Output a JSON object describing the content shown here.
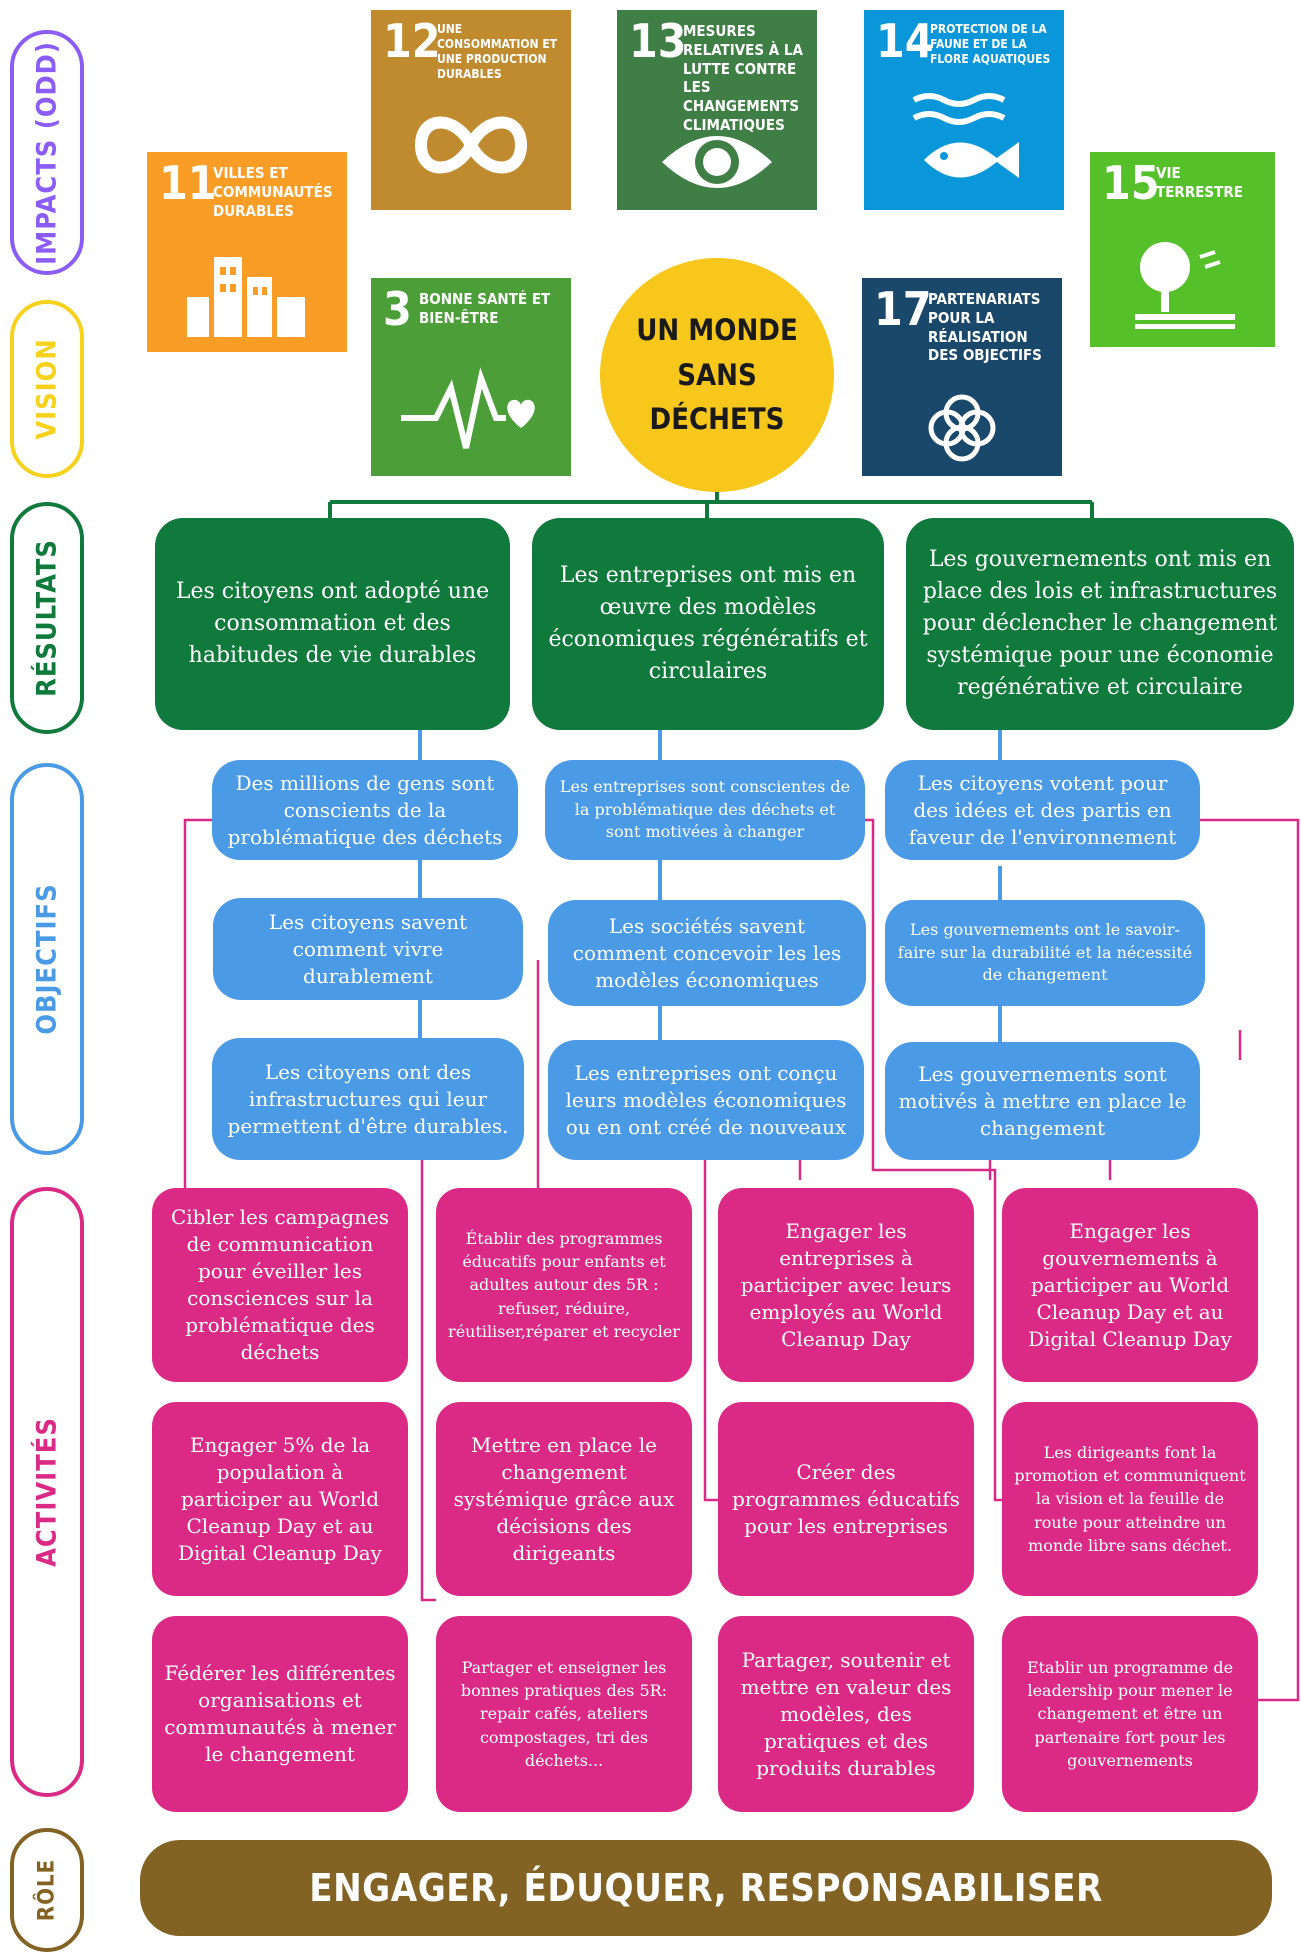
{
  "side_labels": {
    "impacts": "IMPACTS (ODD)",
    "vision": "VISION",
    "resultats": "RÉSULTATS",
    "objectifs": "OBJECTIFS",
    "activites": "ACTIVITÉS",
    "role": "RÔLE"
  },
  "colors": {
    "impacts": "#8b5cf6",
    "vision": "#f7d21c",
    "resultats": "#0f7a3c",
    "objectifs": "#4b9ae6",
    "activites": "#db2a86",
    "role": "#826323"
  },
  "sdgs": [
    {
      "number": "12",
      "label": "UNE CONSOMMATION ET UNE PRODUCTION DURABLES",
      "color": "#bf8b2e",
      "icon": "infinity-icon"
    },
    {
      "number": "13",
      "label": "MESURES RELATIVES À LA LUTTE CONTRE LES CHANGEMENTS CLIMATIQUES",
      "color": "#3f7e44",
      "icon": "eye-globe-icon"
    },
    {
      "number": "14",
      "label": "PROTECTION DE LA FAUNE ET DE LA FLORE AQUATIQUES",
      "color": "#0a97d9",
      "icon": "fish-icon"
    },
    {
      "number": "11",
      "label": "VILLES ET COMMUNAUTÉS DURABLES",
      "color": "#f99d26",
      "icon": "city-icon"
    },
    {
      "number": "15",
      "label": "VIE TERRESTRE",
      "color": "#56c02b",
      "icon": "tree-icon"
    },
    {
      "number": "3",
      "label": "BONNE SANTÉ ET BIEN-ÊTRE",
      "color": "#4c9f38",
      "icon": "heartbeat-icon"
    },
    {
      "number": "17",
      "label": "PARTENARIATS POUR LA RÉALISATION DES OBJECTIFS",
      "color": "#19486a",
      "icon": "rings-icon"
    }
  ],
  "vision": "UN MONDE\nSANS\nDÉCHETS",
  "resultats": [
    "Les citoyens ont adopté une consommation et des habitudes de vie durables",
    "Les entreprises ont mis en œuvre des modèles économiques régénératifs et circulaires",
    "Les gouvernements ont mis en place des lois et infrastructures pour déclencher le changement systémique pour une économie regénérative et circulaire"
  ],
  "objectifs": [
    "Des millions de gens sont conscients de la problématique des déchets",
    "Les entreprises sont conscientes de la problématique des déchets et sont motivées à changer",
    "Les citoyens votent pour des idées et des partis en faveur de l'environnement",
    "Les citoyens savent comment vivre durablement",
    "Les sociétés savent comment concevoir les les modèles économiques",
    "Les gouvernements ont le savoir-faire sur la durabilité et la nécessité de changement",
    "Les citoyens ont des infrastructures qui leur permettent d'être durables.",
    "Les entreprises ont conçu leurs modèles économiques ou en ont créé de nouveaux",
    "Les gouvernements sont motivés à mettre en place le changement"
  ],
  "activites": [
    "Cibler les campagnes de communication pour éveiller les consciences sur la problématique des déchets",
    "Établir des programmes éducatifs pour enfants et adultes autour des 5R : refuser, réduire, réutiliser,réparer et recycler",
    "Engager les entreprises à participer avec leurs employés au World Cleanup Day",
    "Engager les gouvernements à participer au World Cleanup Day et au Digital Cleanup Day",
    "Engager 5% de la population à participer au World Cleanup Day et au Digital Cleanup Day",
    "Mettre en place le changement systémique grâce aux décisions des dirigeants",
    "Créer des programmes éducatifs pour les entreprises",
    "Les dirigeants font la promotion et communiquent la vision et la feuille de route pour atteindre un monde libre sans déchet.",
    "Fédérer les différentes organisations et communautés à mener le changement",
    "Partager et enseigner les bonnes pratiques des 5R: repair cafés, ateliers compostages, tri des déchets...",
    "Partager, soutenir et mettre en valeur des modèles, des pratiques et des produits durables",
    "Etablir un programme de leadership pour mener le changement et être un partenaire fort pour les gouvernements"
  ],
  "role": "ENGAGER, ÉDUQUER, RESPONSABILISER"
}
